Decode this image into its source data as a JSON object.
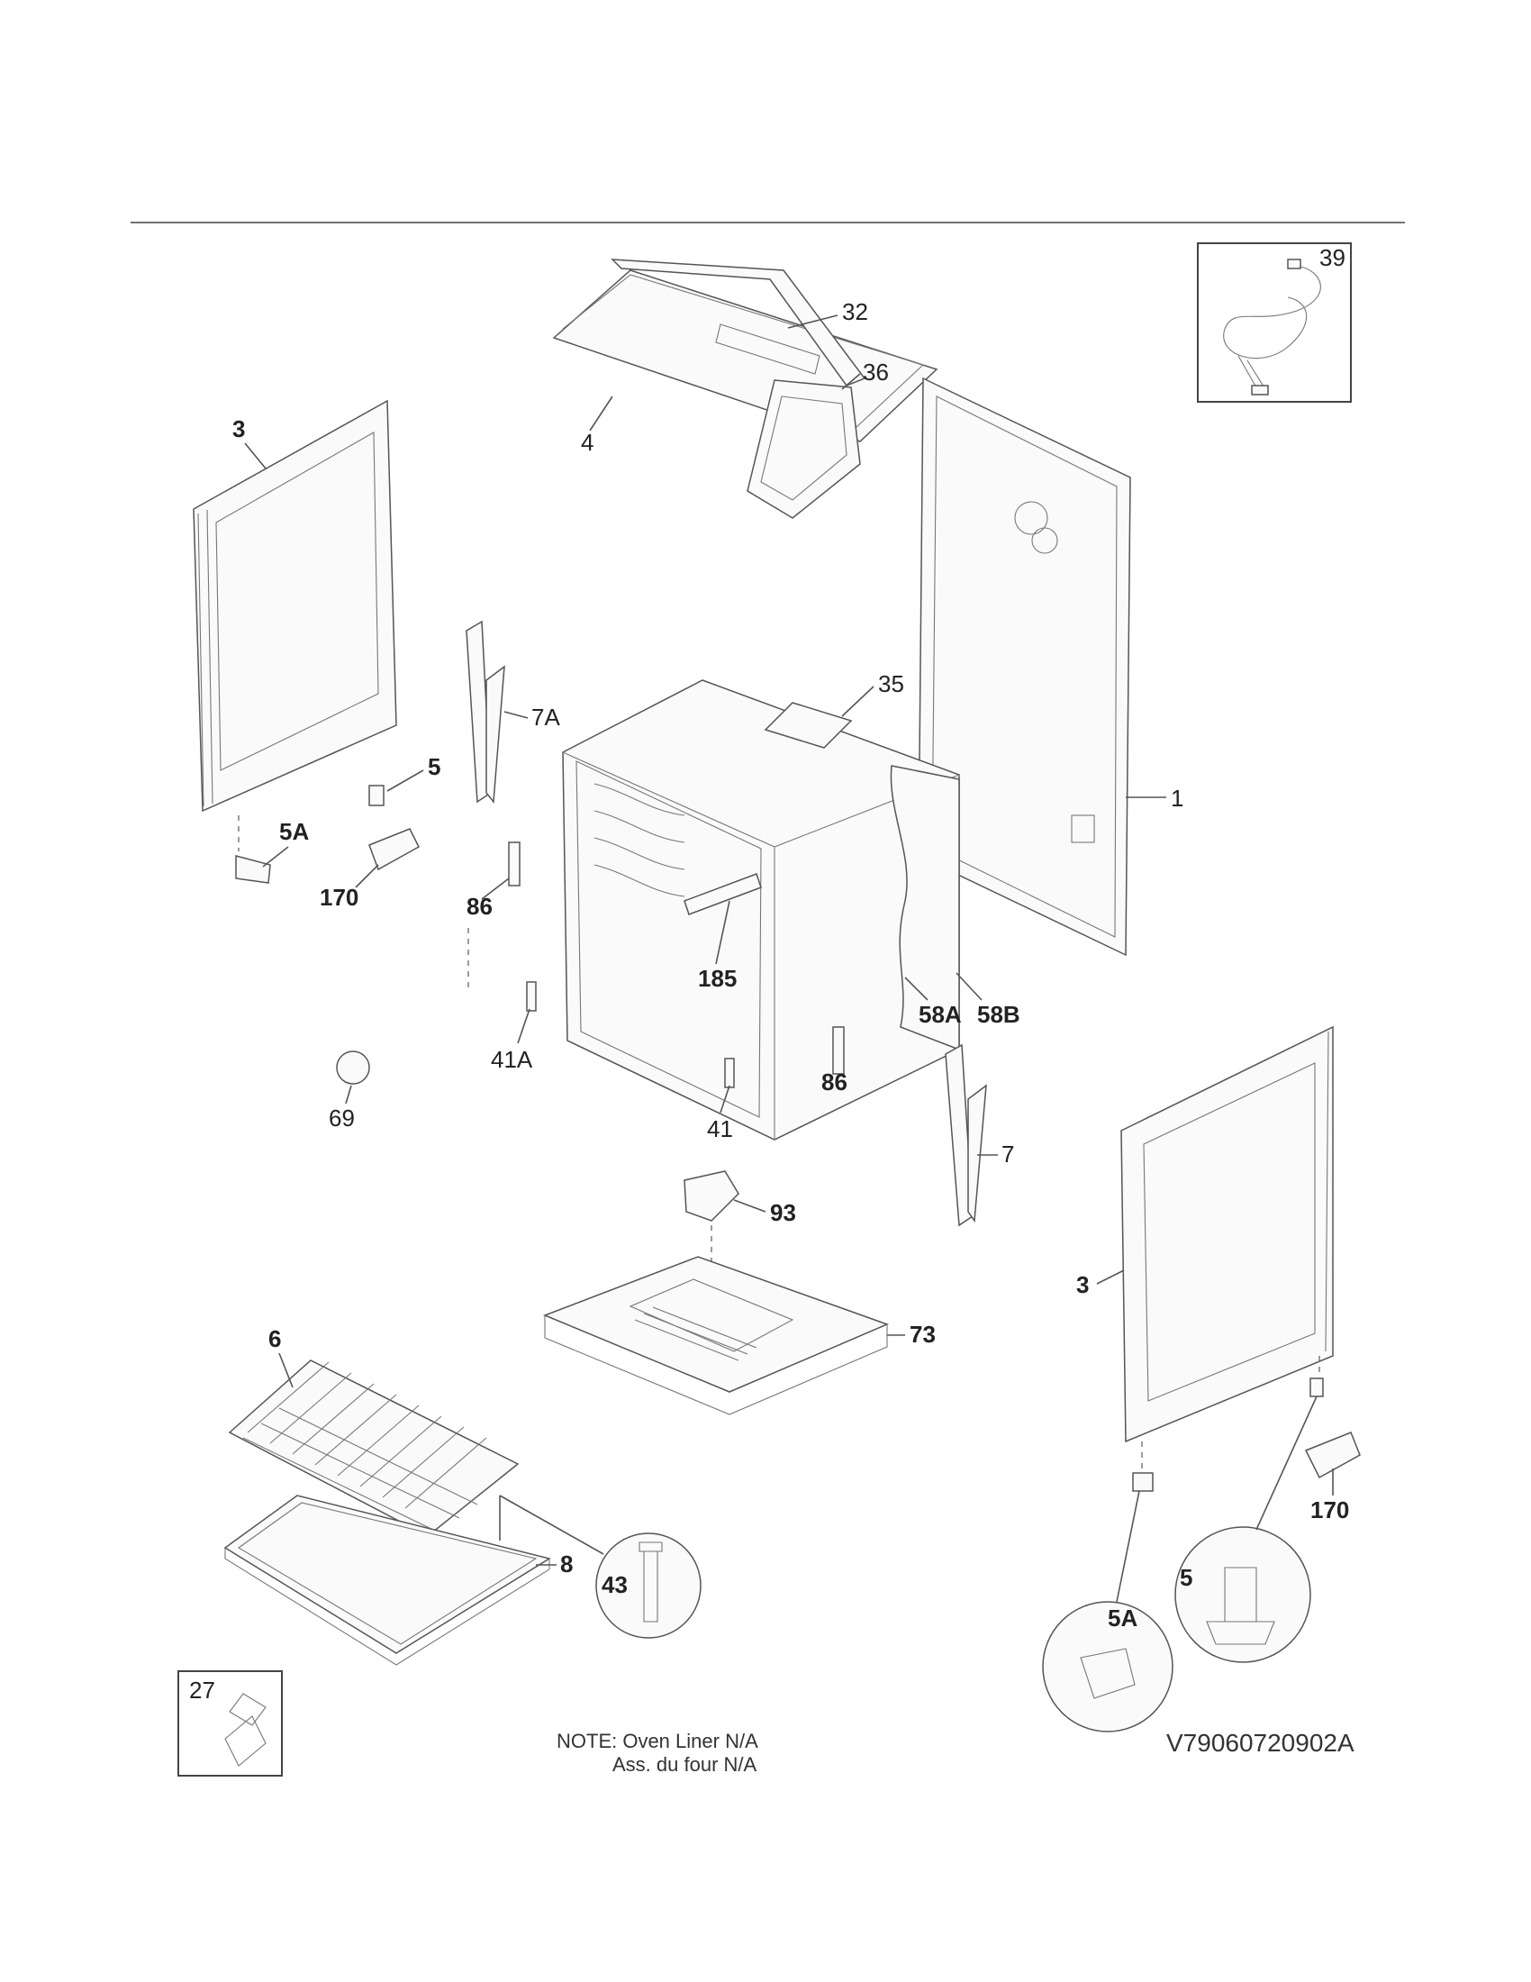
{
  "labels": {
    "l39": "39",
    "l32": "32",
    "l4": "4",
    "l3a": "3",
    "l36": "36",
    "l5a": "5",
    "l7a": "7A",
    "l35": "35",
    "l1": "1",
    "l5aa": "5A",
    "l170a": "170",
    "l86a": "86",
    "l185": "185",
    "l58a": "58A",
    "l58b": "58B",
    "l41a": "41A",
    "l86b": "86",
    "l69": "69",
    "l41": "41",
    "l7": "7",
    "l93": "93",
    "l3b": "3",
    "l73": "73",
    "l6": "6",
    "l170b": "170",
    "l5b": "5",
    "l5ab": "5A",
    "l43": "43",
    "l8": "8",
    "l27": "27"
  },
  "note": {
    "line1": "NOTE: Oven Liner N/A",
    "line2": "Ass. du four N/A"
  },
  "diagram_code": "V79060720902A"
}
